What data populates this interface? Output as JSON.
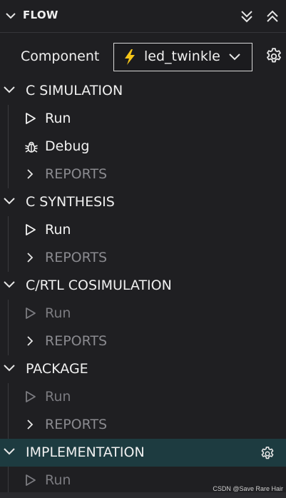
{
  "panel": {
    "title": "FLOW"
  },
  "component": {
    "label": "Component",
    "selected": "led_twinkle"
  },
  "sections": [
    {
      "title": "C SIMULATION",
      "items": [
        {
          "label": "Run",
          "icon": "play-icon",
          "enabled": true
        },
        {
          "label": "Debug",
          "icon": "bug-icon",
          "enabled": true
        },
        {
          "label": "REPORTS",
          "icon": "chevron-right-icon",
          "enabled": false
        }
      ]
    },
    {
      "title": "C SYNTHESIS",
      "items": [
        {
          "label": "Run",
          "icon": "play-icon",
          "enabled": true
        },
        {
          "label": "REPORTS",
          "icon": "chevron-right-icon",
          "enabled": false
        }
      ]
    },
    {
      "title": "C/RTL COSIMULATION",
      "items": [
        {
          "label": "Run",
          "icon": "play-icon",
          "enabled": false
        },
        {
          "label": "REPORTS",
          "icon": "chevron-right-icon",
          "enabled": false
        }
      ]
    },
    {
      "title": "PACKAGE",
      "items": [
        {
          "label": "Run",
          "icon": "play-icon",
          "enabled": false
        },
        {
          "label": "REPORTS",
          "icon": "chevron-right-icon",
          "enabled": false
        }
      ]
    },
    {
      "title": "IMPLEMENTATION",
      "active": true,
      "items": [
        {
          "label": "Run",
          "icon": "play-icon",
          "enabled": false
        }
      ]
    }
  ],
  "watermark": "CSDN @Save Rare Hair",
  "colors": {
    "background": "#1f1f22",
    "active_section": "#1d3b40",
    "bolt": "#f5c518",
    "text": "#f2f2f2",
    "disabled_text": "#7b7b80"
  }
}
